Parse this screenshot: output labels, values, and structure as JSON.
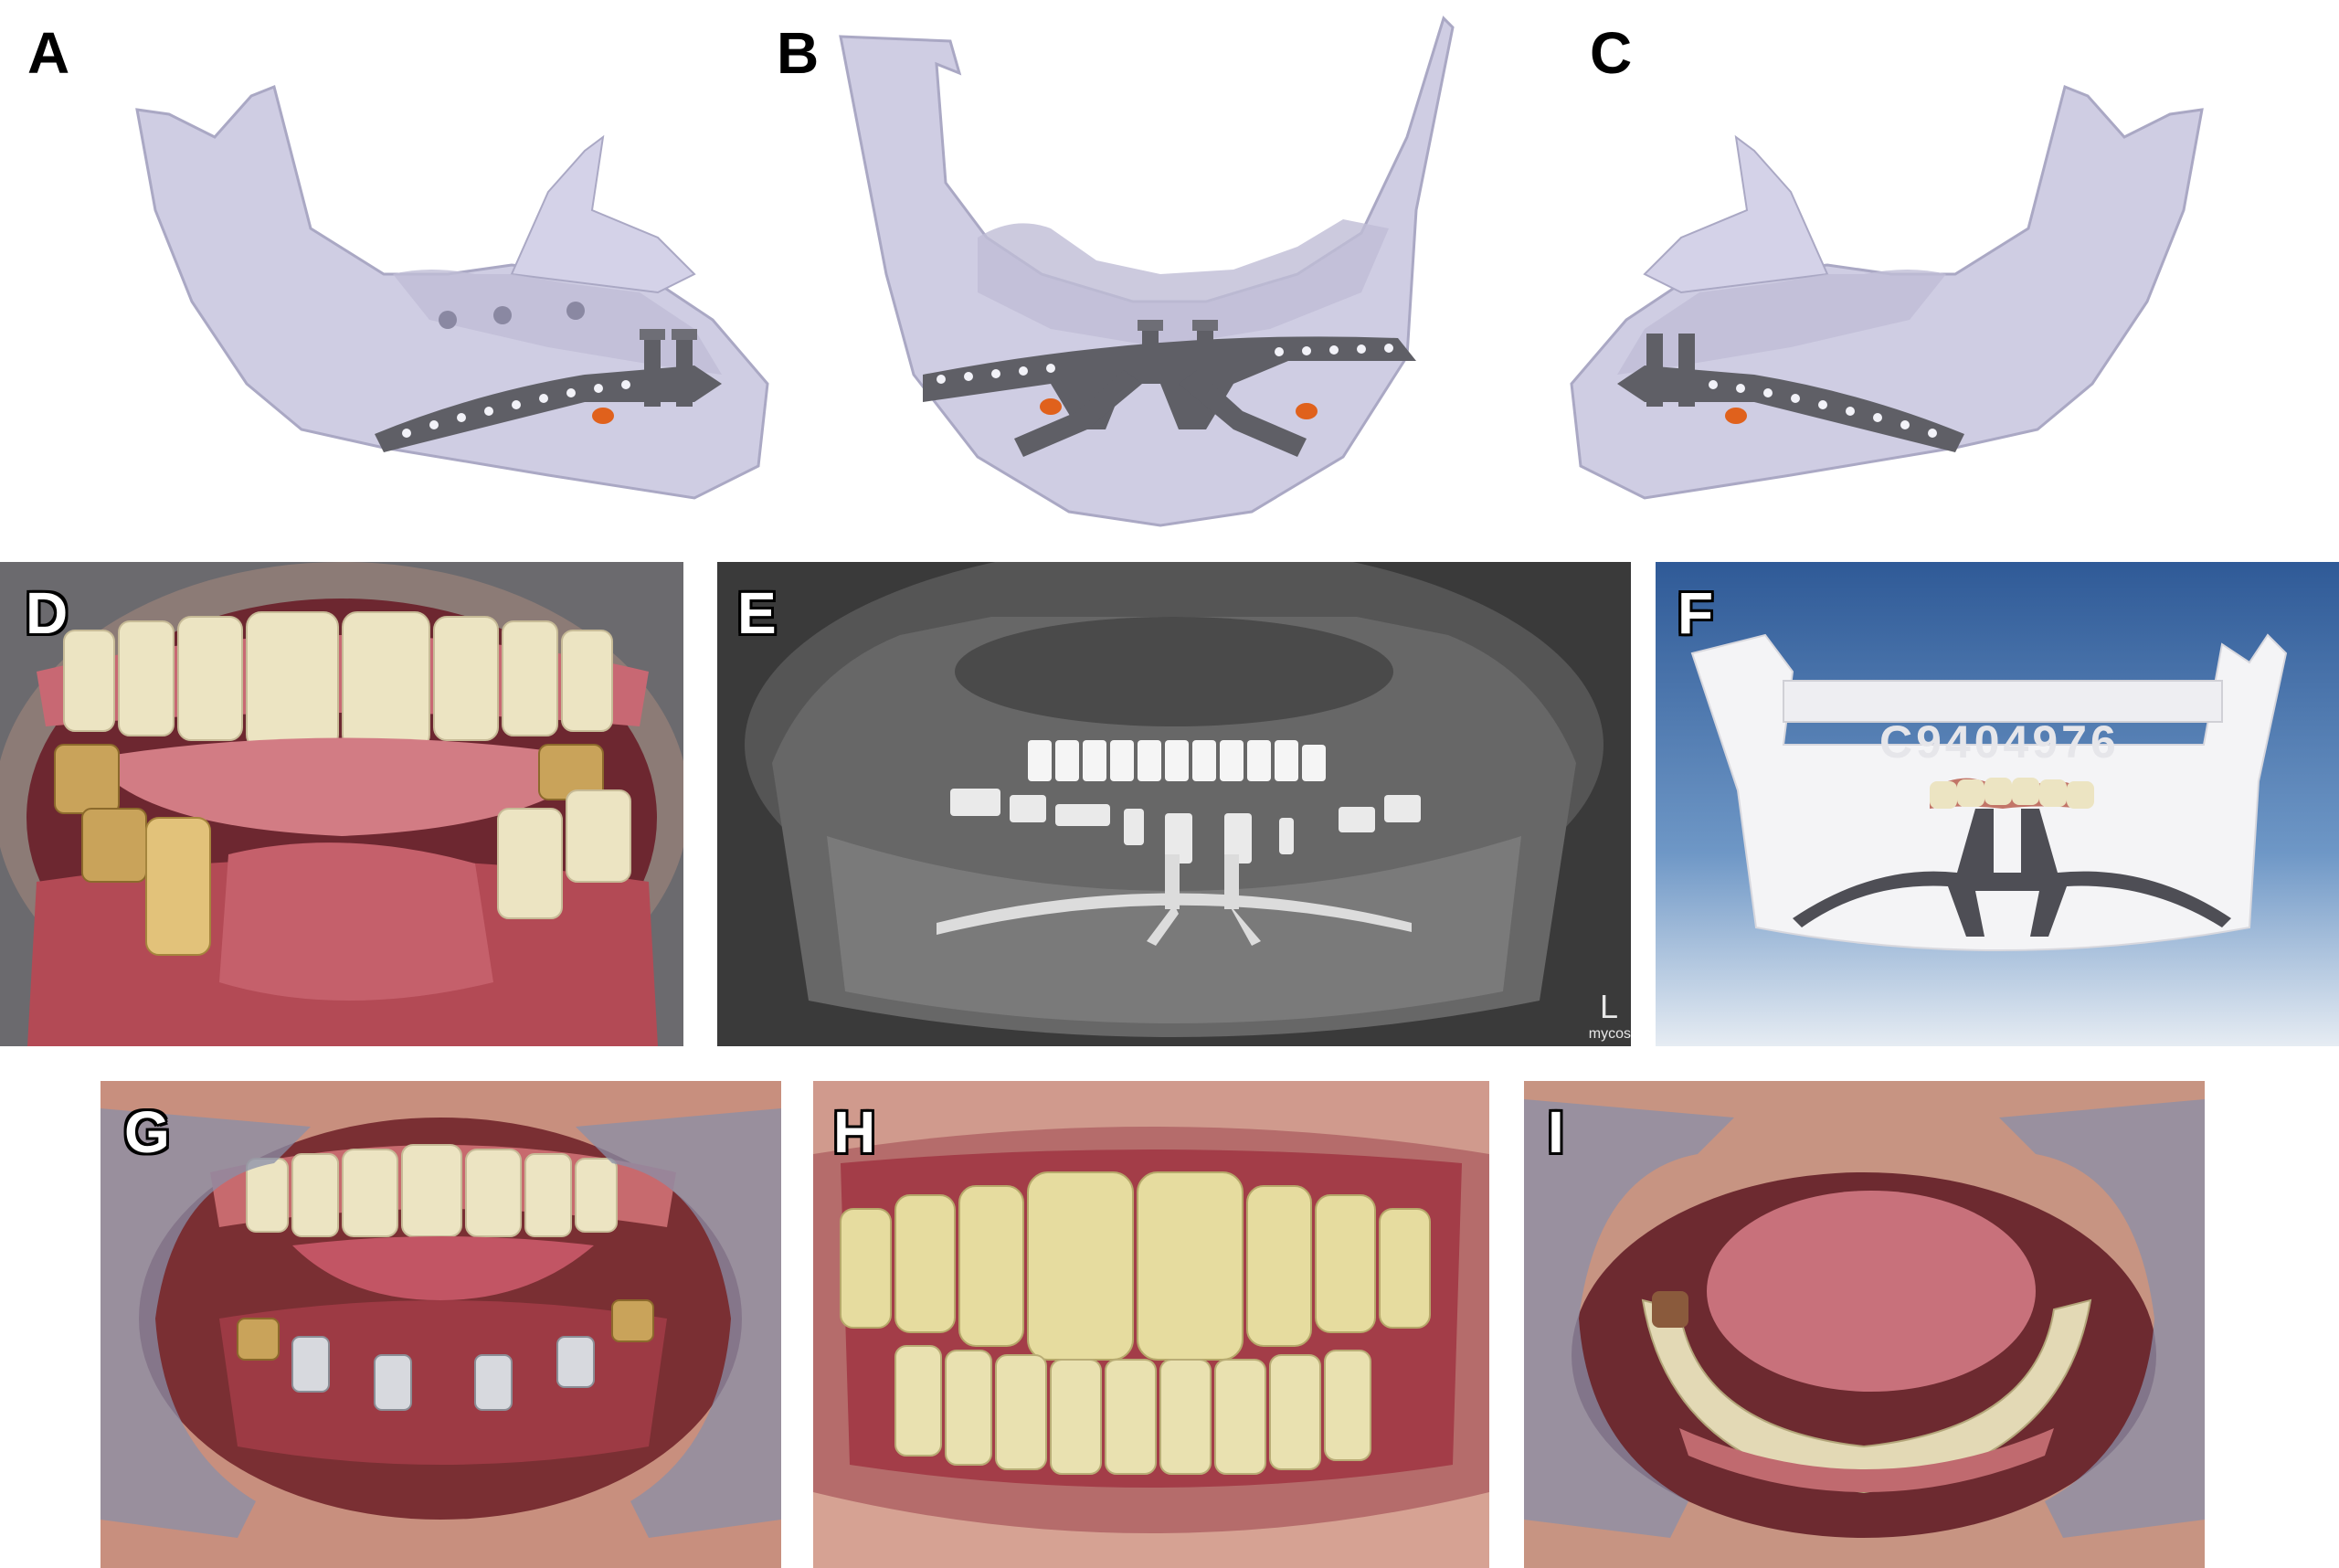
{
  "figure": {
    "panels": [
      {
        "id": "A",
        "label": "A",
        "icon": "mandible-3d-right-lateral-icon"
      },
      {
        "id": "B",
        "label": "B",
        "icon": "mandible-3d-frontal-icon"
      },
      {
        "id": "C",
        "label": "C",
        "icon": "mandible-3d-left-lateral-icon"
      },
      {
        "id": "D",
        "label": "D",
        "icon": "intraoral-preop-photo-icon"
      },
      {
        "id": "E",
        "label": "E",
        "icon": "panoramic-xray-icon"
      },
      {
        "id": "F",
        "label": "F",
        "icon": "printed-mandible-model-icon"
      },
      {
        "id": "G",
        "label": "G",
        "icon": "intraoral-abutments-photo-icon"
      },
      {
        "id": "H",
        "label": "H",
        "icon": "frontal-prosthesis-photo-icon"
      },
      {
        "id": "I",
        "label": "I",
        "icon": "occlusal-prosthesis-photo-icon"
      }
    ],
    "xray_side_marker": "L",
    "xray_watermark": "mycos",
    "model_code": "C9404976"
  },
  "colors": {
    "bone": "#cfcde3",
    "bone_shadow": "#aaa8c4",
    "plate": "#5f5f66",
    "screw_hole": "#f2f2f8",
    "nerve_marker": "#e0611c",
    "gum": "#b34a55",
    "tooth": "#ece4c2",
    "gold": "#c9a35a",
    "xray_bg": "#3a3a3a",
    "studio_blue": "#3e6aa6",
    "retractor": "#8a8fa8",
    "skin": "#c88f7e"
  }
}
